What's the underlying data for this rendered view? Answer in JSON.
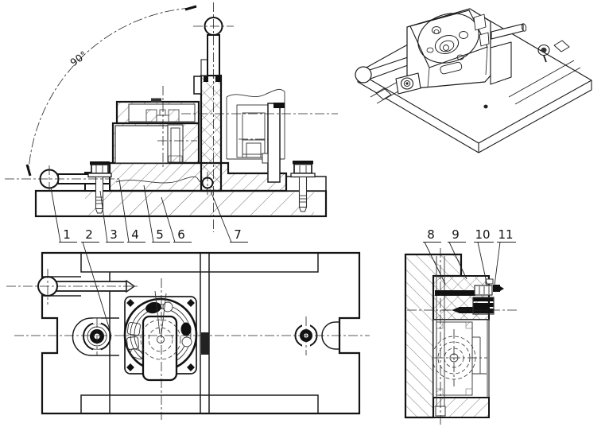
{
  "drawing": {
    "angle_dimension": "90°",
    "front_view_part_numbers": [
      "1",
      "2",
      "3",
      "4",
      "5",
      "6",
      "7"
    ],
    "side_view_part_numbers": [
      "8",
      "9",
      "10",
      "11"
    ]
  }
}
